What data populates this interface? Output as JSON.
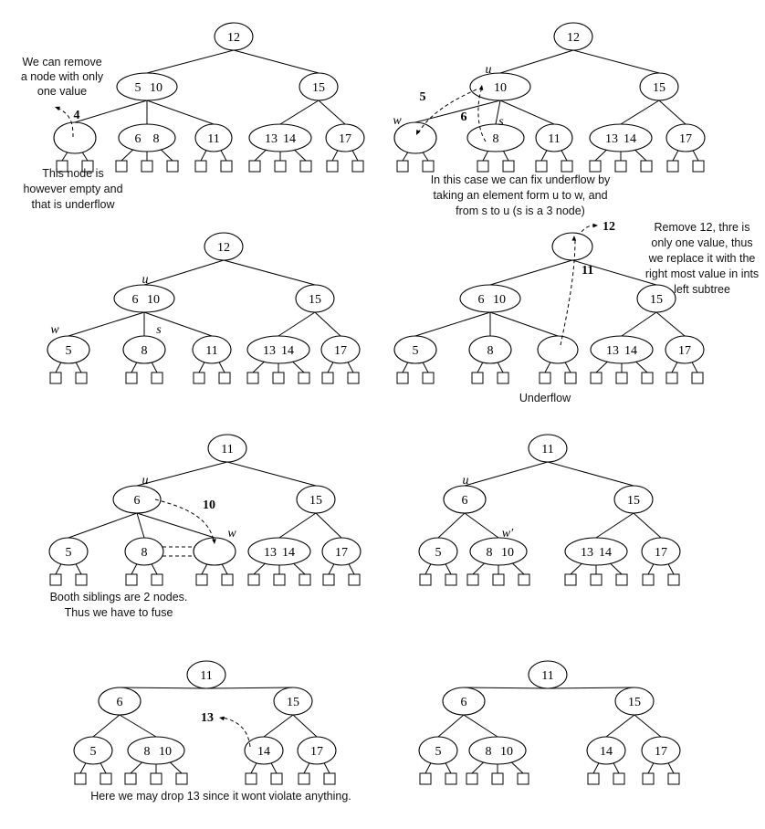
{
  "diagrams": [
    {
      "nodes": [
        [
          "12"
        ],
        [
          "5",
          "10"
        ],
        [
          "15"
        ],
        [
          ""
        ],
        [
          "6",
          "8"
        ],
        [
          "11"
        ],
        [
          "13",
          "14"
        ],
        [
          "17"
        ]
      ],
      "labels": [],
      "moves": [
        "4"
      ],
      "notes": [
        [
          "We can remove",
          "a node with only",
          "one value"
        ],
        [
          "This node is",
          "however empty and",
          "that is underflow"
        ]
      ]
    },
    {
      "nodes": [
        [
          "12"
        ],
        [
          "10"
        ],
        [
          "15"
        ],
        [
          ""
        ],
        [
          "8"
        ],
        [
          "11"
        ],
        [
          "13",
          "14"
        ],
        [
          "17"
        ]
      ],
      "labels": [
        "u",
        "w",
        "s"
      ],
      "moves": [
        "5",
        "6"
      ],
      "notes": [
        [
          "In this case we can fix underflow by",
          "taking an element form u to w, and",
          "from s to u (s is a 3 node)"
        ]
      ]
    },
    {
      "nodes": [
        [
          "12"
        ],
        [
          "6",
          "10"
        ],
        [
          "15"
        ],
        [
          "5"
        ],
        [
          "8"
        ],
        [
          "11"
        ],
        [
          "13",
          "14"
        ],
        [
          "17"
        ]
      ],
      "labels": [
        "u",
        "w",
        "s"
      ],
      "moves": [],
      "notes": []
    },
    {
      "nodes": [
        [
          ""
        ],
        [
          "6",
          "10"
        ],
        [
          "15"
        ],
        [
          "5"
        ],
        [
          "8"
        ],
        [
          ""
        ],
        [
          "13",
          "14"
        ],
        [
          "17"
        ]
      ],
      "labels": [],
      "moves": [
        "12",
        "11"
      ],
      "notes": [
        [
          "Remove 12, thre is",
          "only one value, thus",
          "we replace it with the",
          "right most value in ints",
          "left subtree"
        ],
        [
          "Underflow"
        ]
      ]
    },
    {
      "nodes": [
        [
          "11"
        ],
        [
          "6"
        ],
        [
          "15"
        ],
        [
          "5"
        ],
        [
          "8"
        ],
        [
          ""
        ],
        [
          "13",
          "14"
        ],
        [
          "17"
        ]
      ],
      "labels": [
        "u",
        "w"
      ],
      "moves": [
        "10"
      ],
      "notes": [
        [
          "Booth siblings are 2 nodes.",
          "Thus we have to fuse"
        ]
      ]
    },
    {
      "nodes": [
        [
          "11"
        ],
        [
          "6"
        ],
        [
          "15"
        ],
        [
          "5"
        ],
        [
          "8",
          "10"
        ],
        [
          "13",
          "14"
        ],
        [
          "17"
        ]
      ],
      "labels": [
        "u",
        "w′"
      ],
      "moves": [],
      "notes": []
    },
    {
      "nodes": [
        [
          "11"
        ],
        [
          "6"
        ],
        [
          "15"
        ],
        [
          "5"
        ],
        [
          "8",
          "10"
        ],
        [
          "14"
        ],
        [
          "17"
        ]
      ],
      "labels": [],
      "moves": [
        "13"
      ],
      "notes": [
        [
          "Here we may drop 13 since it wont violate anything."
        ]
      ]
    },
    {
      "nodes": [
        [
          "11"
        ],
        [
          "6"
        ],
        [
          "15"
        ],
        [
          "5"
        ],
        [
          "8",
          "10"
        ],
        [
          "14"
        ],
        [
          "17"
        ]
      ],
      "labels": [],
      "moves": [],
      "notes": []
    }
  ]
}
